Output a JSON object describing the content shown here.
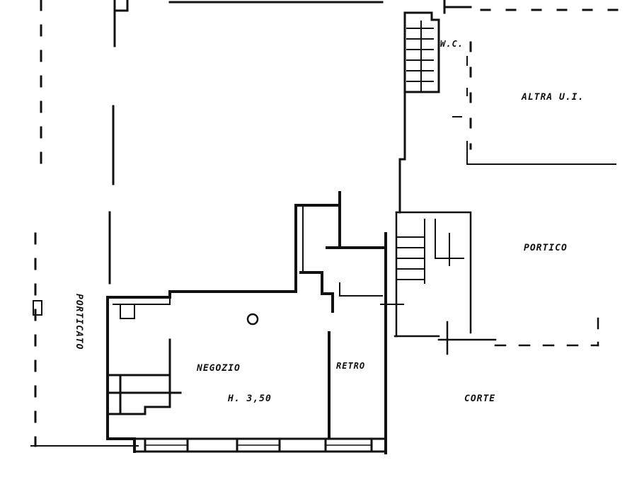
{
  "labels": {
    "wc": "W.C.",
    "altra": "ALTRA U.I.",
    "portico": "PORTICO",
    "porticato": "PORTICATO",
    "negozio": "NEGOZIO",
    "height": "H. 3,50",
    "retro": "RETRO",
    "corte": "CORTE"
  },
  "colors": {
    "ink": "#111111",
    "paper": "#ffffff"
  }
}
